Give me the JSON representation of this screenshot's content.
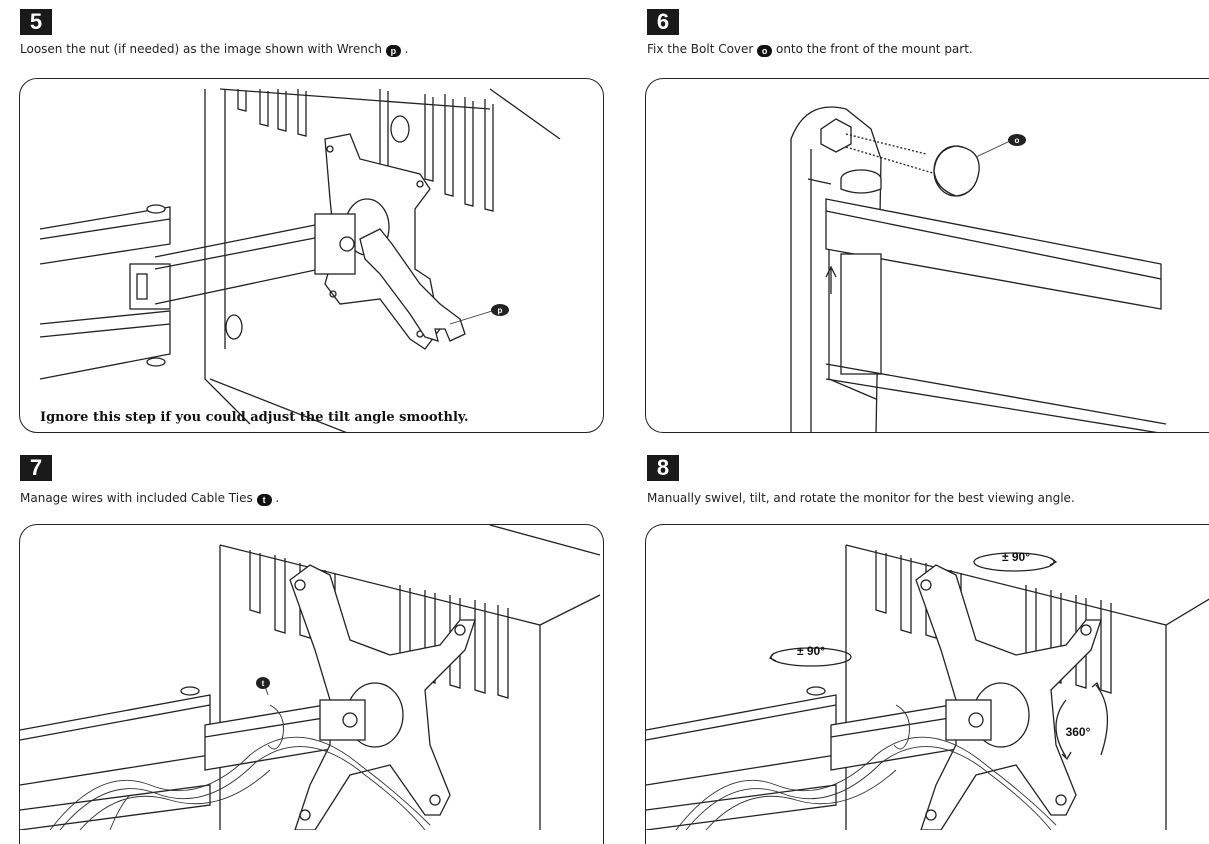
{
  "steps": [
    {
      "number": "5",
      "text_before": "Loosen the nut (if needed) as the image shown with Wrench ",
      "badge": "p",
      "text_after": " .",
      "note": "Ignore this step if you could adjust the tilt angle smoothly.",
      "callouts": [
        "p"
      ]
    },
    {
      "number": "6",
      "text_before": "Fix the Bolt Cover ",
      "badge": "o",
      "text_after": " onto the front of the mount part.",
      "callouts": [
        "o"
      ]
    },
    {
      "number": "7",
      "text_before": "Manage wires with included Cable Ties ",
      "badge": "t",
      "text_after": " .",
      "callouts": [
        "t"
      ]
    },
    {
      "number": "8",
      "text_before": "Manually swivel, tilt, and rotate the monitor for the best viewing angle.",
      "badge": "",
      "text_after": "",
      "rotation_labels": {
        "tilt": "± 90°",
        "swivel": "± 90°",
        "rotate": "360°"
      }
    }
  ]
}
